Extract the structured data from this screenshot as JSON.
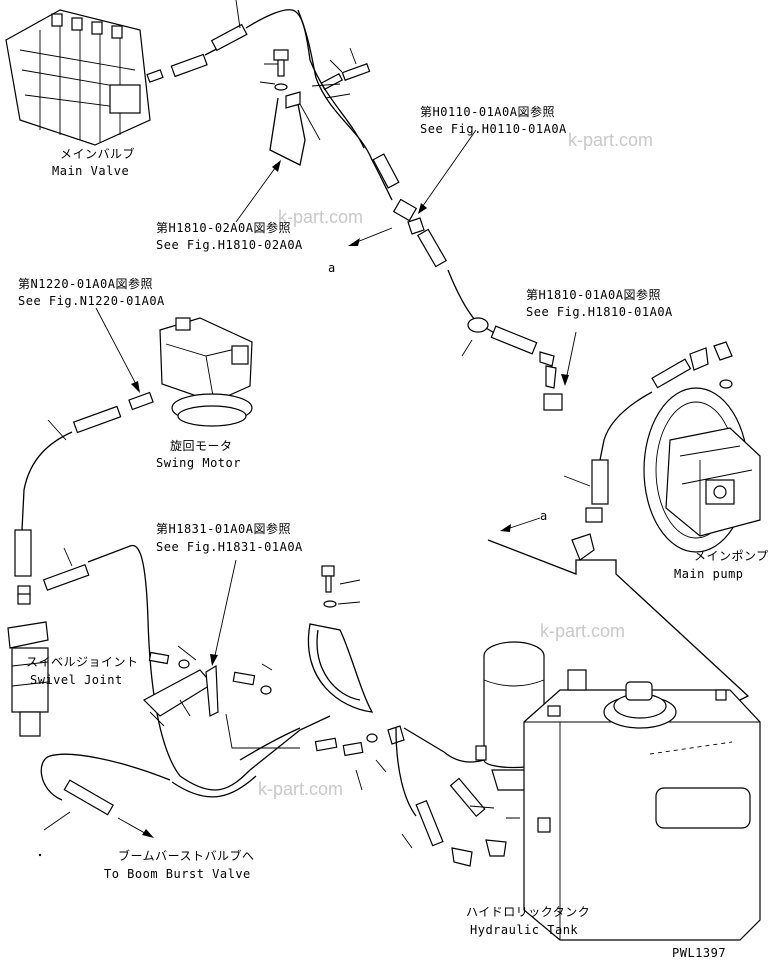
{
  "labels": {
    "main_valve_jp": "メインバルブ",
    "main_valve_en": "Main Valve",
    "ref_h0110_jp": "第H0110-01A0A図参照",
    "ref_h0110_en": "See Fig.H0110-01A0A",
    "ref_h1810_02_jp": "第H1810-02A0A図参照",
    "ref_h1810_02_en": "See Fig.H1810-02A0A",
    "arrow_a_upper": "a",
    "ref_n1220_jp": "第N1220-01A0A図参照",
    "ref_n1220_en": "See Fig.N1220-01A0A",
    "ref_h1810_01_jp": "第H1810-01A0A図参照",
    "ref_h1810_01_en": "See Fig.H1810-01A0A",
    "swing_motor_jp": "旋回モータ",
    "swing_motor_en": "Swing Motor",
    "arrow_a_lower": "a",
    "ref_h1831_jp": "第H1831-01A0A図参照",
    "ref_h1831_en": "See Fig.H1831-01A0A",
    "main_pump_jp": "メインポンプ",
    "main_pump_en": "Main pump",
    "swivel_joint_jp": "スイベルジョイント",
    "swivel_joint_en": "Swivel Joint",
    "boom_burst_jp": "ブームバーストバルブへ",
    "boom_burst_en": "To Boom Burst Valve",
    "hyd_tank_jp": "ハイドロリックタンク",
    "hyd_tank_en": "Hydraulic Tank",
    "drawing_code": "PWL1397"
  },
  "watermarks": [
    "k-part.com",
    "k-part.com",
    "k-part.com",
    "k-part.com"
  ]
}
